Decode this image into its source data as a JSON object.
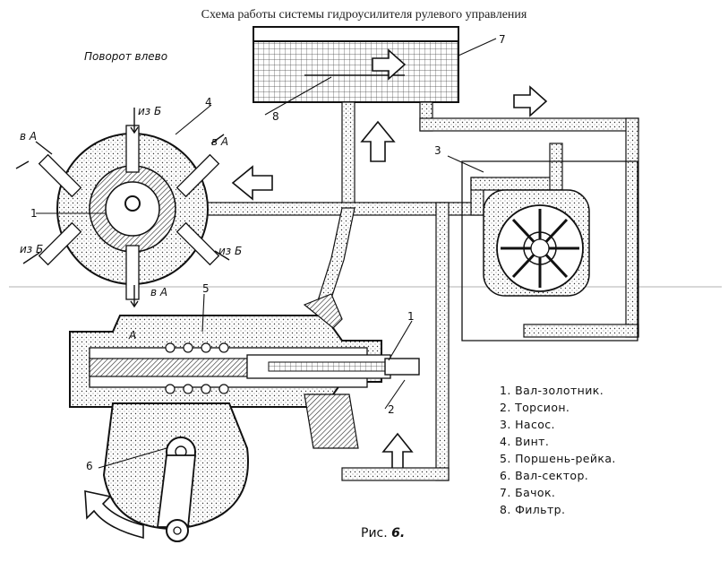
{
  "title": "Схема работы системы гидроусилителя рулевого управления",
  "mode_label": "Поворот влево",
  "valve_labels": {
    "iz_b_top": "из Б",
    "v_a_left": "в А",
    "v_a_right": "в А",
    "iz_b_left": "из Б",
    "iz_b_right": "из Б",
    "v_a_bottom": "в А",
    "chamber_a": "А"
  },
  "callouts": [
    "1",
    "2",
    "3",
    "4",
    "5",
    "6",
    "7",
    "8"
  ],
  "legend": [
    "1. Вал-золотник.",
    "2. Торсион.",
    "3. Насос.",
    "4. Винт.",
    "5. Поршень-рейка.",
    "6. Вал-сектор.",
    "7. Бачок.",
    "8. Фильтр."
  ],
  "figure_caption": "Рис.",
  "figure_number": "6."
}
